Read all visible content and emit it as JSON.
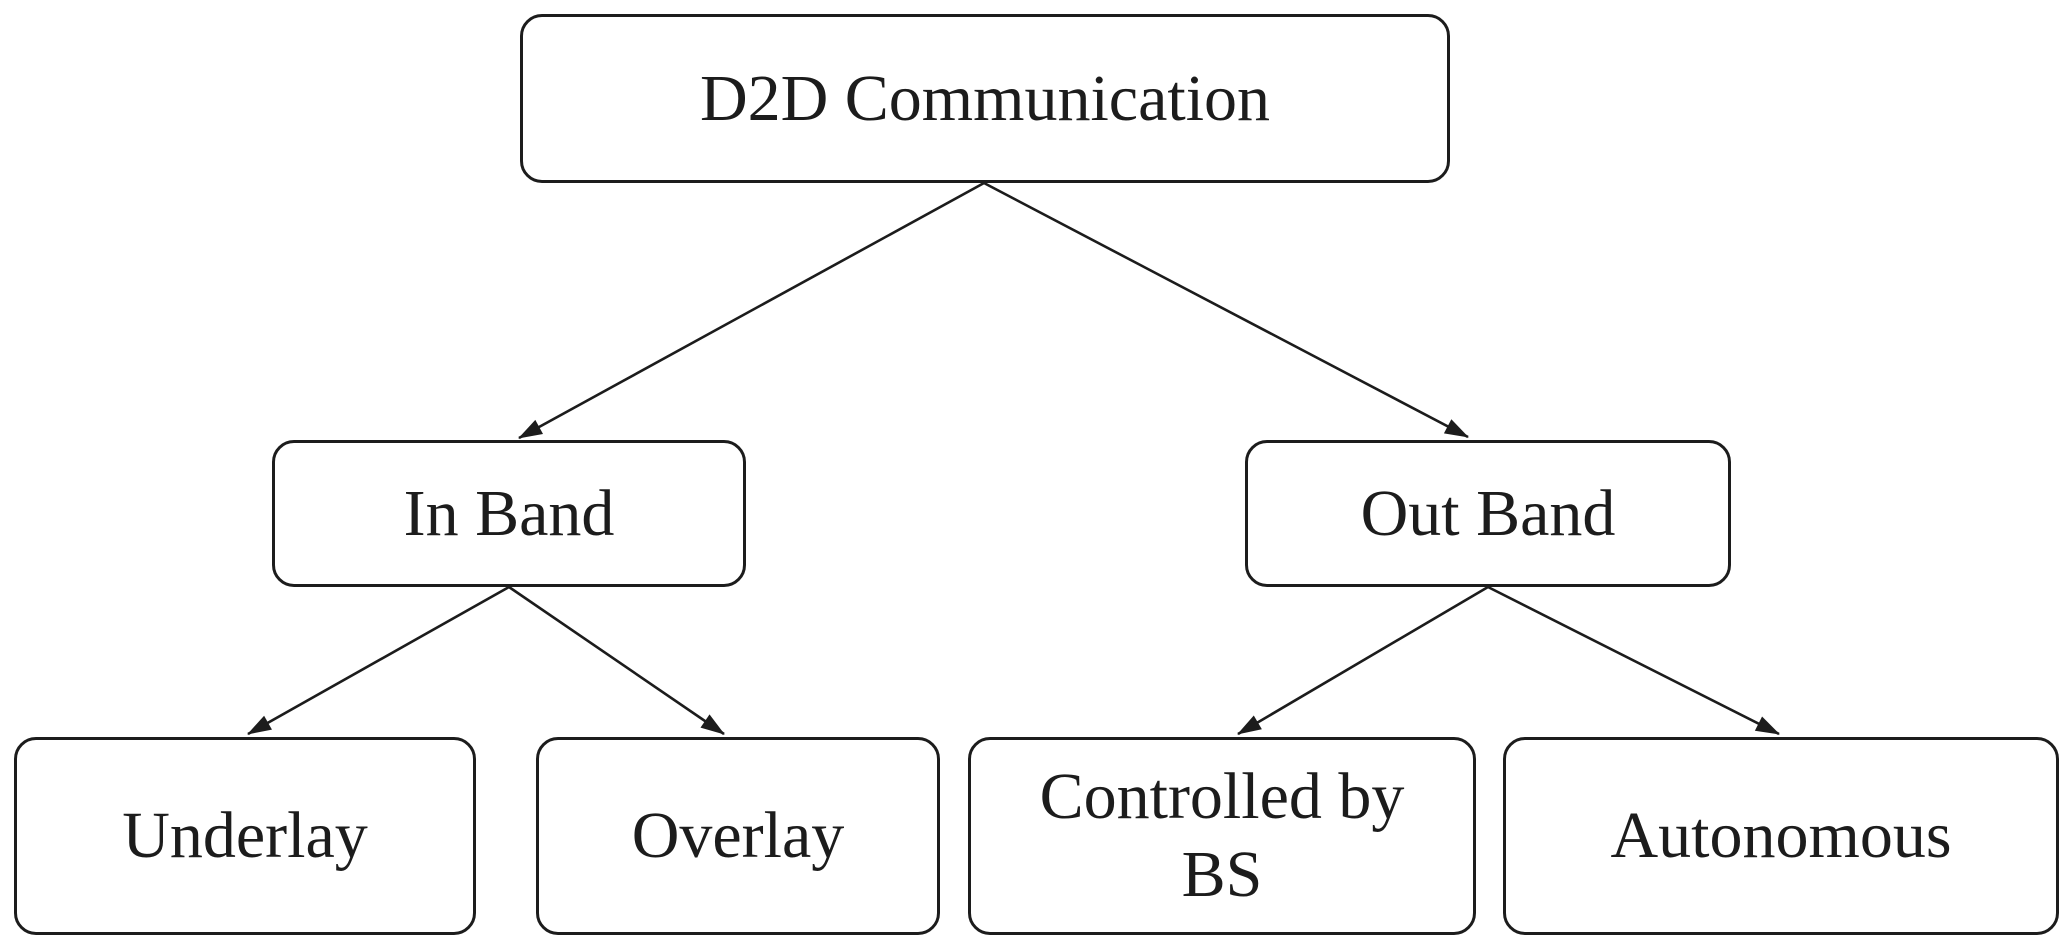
{
  "page": {
    "background": "#ffffff"
  },
  "diagram": {
    "type": "tree",
    "colors": {
      "stroke": "#1c1c1c",
      "box_fill": "#ffffff",
      "text": "#1c1c1c"
    },
    "nodes": {
      "root": {
        "label": "D2D Communication"
      },
      "in_band": {
        "label": "In Band"
      },
      "out_band": {
        "label": "Out Band"
      },
      "underlay": {
        "label": "Underlay"
      },
      "overlay": {
        "label": "Overlay"
      },
      "controlled_by_bs": {
        "label": "Controlled by BS"
      },
      "autonomous": {
        "label": "Autonomous"
      }
    },
    "edges": [
      {
        "from": "root",
        "to": "in_band"
      },
      {
        "from": "root",
        "to": "out_band"
      },
      {
        "from": "in_band",
        "to": "underlay"
      },
      {
        "from": "in_band",
        "to": "overlay"
      },
      {
        "from": "out_band",
        "to": "controlled_by_bs"
      },
      {
        "from": "out_band",
        "to": "autonomous"
      }
    ]
  }
}
